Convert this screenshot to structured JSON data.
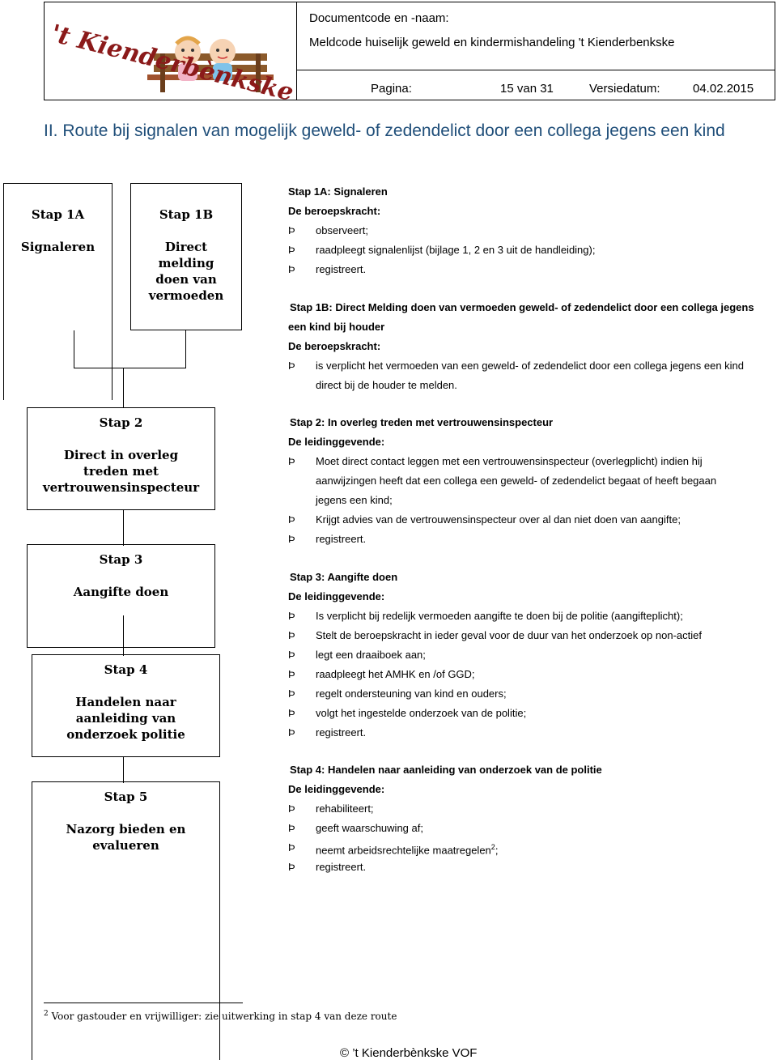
{
  "header": {
    "logo_text": "'t Kienderbènkske",
    "doc_label": "Documentcode en -naam:",
    "doc_name": "Meldcode huiselijk geweld en kindermishandeling 't Kienderbenkske",
    "page_label": "Pagina:",
    "page_value": "15 van 31",
    "version_label": "Versiedatum:",
    "version_value": "04.02.2015"
  },
  "title": "II. Route bij signalen van mogelijk geweld- of zedendelict door een collega  jegens een kind",
  "flow": {
    "box1a": {
      "step": "Stap 1A",
      "label": "Signaleren"
    },
    "box1b": {
      "step": "Stap 1B",
      "label1": "Direct",
      "label2": "melding",
      "label3": "doen van",
      "label4": "vermoeden"
    },
    "box2": {
      "step": "Stap 2",
      "label1": "Direct in overleg",
      "label2": "treden met",
      "label3": "vertrouwensinspecteur"
    },
    "box3": {
      "step": "Stap 3",
      "label1": "Aangifte doen"
    },
    "box4": {
      "step": "Stap 4",
      "label1": "Handelen naar",
      "label2": "aanleiding van",
      "label3": "onderzoek politie"
    },
    "box5": {
      "step": "Stap 5",
      "label1": "Nazorg bieden en",
      "label2": "evalueren"
    }
  },
  "bullet_char": "Þ",
  "sections": {
    "s1a": {
      "heading": "Stap 1A: Signaleren",
      "actor": "De beroepskracht:",
      "items": [
        "observeert;",
        "raadpleegt signalenlijst (bijlage 1, 2 en 3 uit de handleiding);",
        "registreert."
      ]
    },
    "s1b": {
      "heading1": "Stap 1B: Direct Melding doen van vermoeden geweld- of zedendelict door een collega  jegens",
      "heading2": "een kind bij houder",
      "actor": "De beroepskracht:",
      "item1a": "is verplicht het vermoeden van een geweld- of zedendelict door een collega jegens een kind",
      "item1b": "direct bij de houder te melden."
    },
    "s2": {
      "heading": "Stap 2: In overleg treden met vertrouwensinspecteur",
      "actor": "De leidinggevende:",
      "item1a": "Moet direct contact leggen met een vertrouwensinspecteur (overlegplicht) indien hij",
      "item1b": "aanwijzingen heeft dat een collega een geweld- of zedendelict begaat of heeft begaan",
      "item1c": "jegens een kind;",
      "item2": "Krijgt advies van de vertrouwensinspecteur over al dan niet doen van aangifte;",
      "item3": "registreert."
    },
    "s3": {
      "heading": "Stap 3: Aangifte doen",
      "actor": "De leidinggevende:",
      "items": [
        "Is verplicht bij redelijk vermoeden aangifte te doen bij de politie (aangifteplicht);",
        "Stelt de beroepskracht in ieder geval voor de duur van het onderzoek op non-actief",
        "legt een draaiboek aan;",
        "raadpleegt het AMHK en /of GGD;",
        "regelt ondersteuning van kind en ouders;",
        "volgt het ingestelde onderzoek van de politie;",
        "registreert."
      ]
    },
    "s4": {
      "heading": "Stap 4: Handelen naar aanleiding van onderzoek van de politie",
      "actor": "De leidinggevende:",
      "item1": "rehabiliteert;",
      "item2": "geeft waarschuwing af;",
      "item3": "neemt arbeidsrechtelijke maatregelen",
      "item3_sup": "2",
      "item3_end": ";",
      "item4": "registreert."
    }
  },
  "footnote": {
    "num": "2",
    "text": "Voor gastouder en vrijwilliger: zie uitwerking in stap 4 van deze route"
  },
  "footer": "©  ’t Kienderbènkske VOF"
}
